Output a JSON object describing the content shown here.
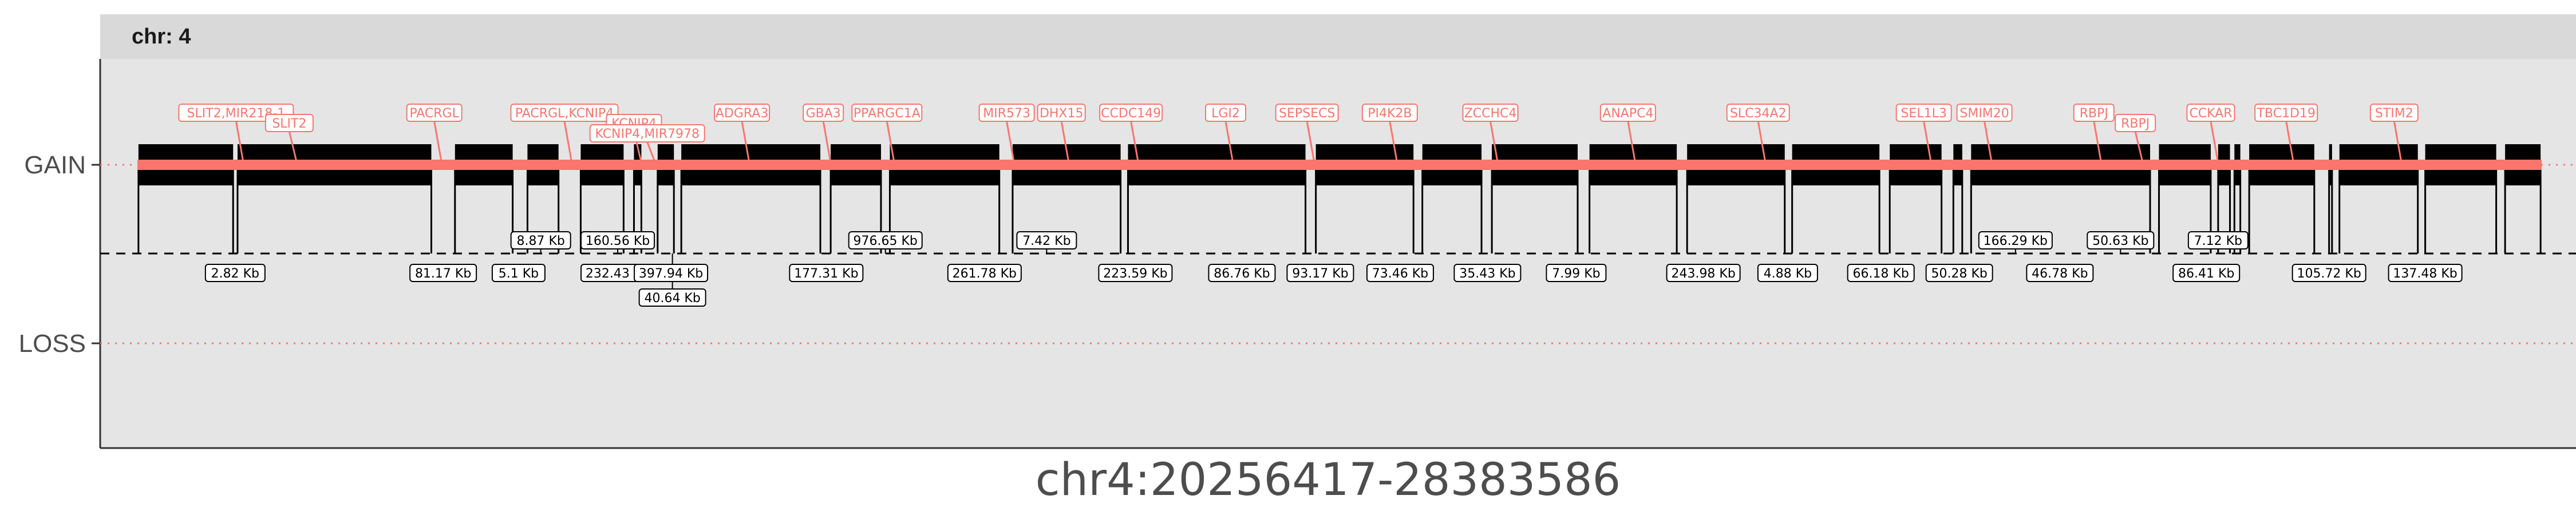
{
  "chart_data": {
    "type": "line",
    "panel_label": "chr: 4",
    "y_categories": [
      "GAIN",
      "LOSS"
    ],
    "xlabel": "chr4:20256417-28383586",
    "x_range": [
      20256417,
      28383586
    ],
    "colors": {
      "panel_bg": "#e5e5e5",
      "strip_bg": "#d9d9d9",
      "segment": "#f8766d",
      "probe": "#000000",
      "gain_ref": "#f8766d",
      "loss_ref": "#f8766d"
    },
    "gain_blocks": [
      [
        20260000,
        20580000
      ],
      [
        20595000,
        21250000
      ],
      [
        21330000,
        21525000
      ],
      [
        21575000,
        21680000
      ],
      [
        21755000,
        21900000
      ],
      [
        21935000,
        21960000
      ],
      [
        22015000,
        22070000
      ],
      [
        22095000,
        22565000
      ],
      [
        22600000,
        22770000
      ],
      [
        22800000,
        23170000
      ],
      [
        23215000,
        23580000
      ],
      [
        23605000,
        24205000
      ],
      [
        24240000,
        24570000
      ],
      [
        24600000,
        24800000
      ],
      [
        24835000,
        25125000
      ],
      [
        25165000,
        25460000
      ],
      [
        25495000,
        25825000
      ],
      [
        25850000,
        26145000
      ],
      [
        26180000,
        26355000
      ],
      [
        26395000,
        26425000
      ],
      [
        26455000,
        27060000
      ],
      [
        27090000,
        27265000
      ],
      [
        27290000,
        27330000
      ],
      [
        27345000,
        27365000
      ],
      [
        27395000,
        27615000
      ],
      [
        27665000,
        27675000
      ],
      [
        27700000,
        27965000
      ],
      [
        27990000,
        28230000
      ],
      [
        28260000,
        28380000
      ]
    ],
    "segment": {
      "start": 20256417,
      "end": 28383586,
      "call": "GAIN"
    },
    "genes": [
      {
        "name": "SLIT2,MIR218-1",
        "pos": 20590000
      },
      {
        "name": "SLIT2",
        "pos": 20770000
      },
      {
        "name": "PACRGL",
        "pos": 21260000
      },
      {
        "name": "PACRGL,KCNIP4",
        "pos": 21700000
      },
      {
        "name": "KCNIP4",
        "pos": 21935000
      },
      {
        "name": "KCNIP4,MIR7978",
        "pos": 21980000
      },
      {
        "name": "ADGRA3",
        "pos": 22300000
      },
      {
        "name": "GBA3",
        "pos": 22575000
      },
      {
        "name": "PPARGC1A",
        "pos": 22790000
      },
      {
        "name": "MIR573",
        "pos": 23195000
      },
      {
        "name": "DHX15",
        "pos": 23380000
      },
      {
        "name": "CCDC149",
        "pos": 23615000
      },
      {
        "name": "LGI2",
        "pos": 23935000
      },
      {
        "name": "SEPSECS",
        "pos": 24210000
      },
      {
        "name": "PI4K2B",
        "pos": 24490000
      },
      {
        "name": "ZCCHC4",
        "pos": 24830000
      },
      {
        "name": "ANAPC4",
        "pos": 25295000
      },
      {
        "name": "SLC34A2",
        "pos": 25735000
      },
      {
        "name": "SEL1L3",
        "pos": 26295000
      },
      {
        "name": "SMIM20",
        "pos": 26500000
      },
      {
        "name": "RBPJ",
        "pos": 26870000
      },
      {
        "name": "RBPJ",
        "pos": 27010000
      },
      {
        "name": "CCKAR",
        "pos": 27265000
      },
      {
        "name": "TBC1D19",
        "pos": 27520000
      },
      {
        "name": "STIM2",
        "pos": 27885000
      }
    ],
    "gap_labels": [
      {
        "text": "2.82 Kb",
        "pos": 20587000
      },
      {
        "text": "81.17 Kb",
        "pos": 21290000
      },
      {
        "text": "5.1 Kb",
        "pos": 21545000
      },
      {
        "text": "8.87 Kb",
        "pos": 21620000
      },
      {
        "text": "232.43 Kb",
        "pos": 21880000
      },
      {
        "text": "160.56 Kb",
        "pos": 21880000
      },
      {
        "text": "40.64 Kb",
        "pos": 22065000
      },
      {
        "text": "397.94 Kb",
        "pos": 22060000
      },
      {
        "text": "177.31 Kb",
        "pos": 22585000
      },
      {
        "text": "976.65 Kb",
        "pos": 22785000
      },
      {
        "text": "261.78 Kb",
        "pos": 23120000
      },
      {
        "text": "7.42 Kb",
        "pos": 23330000
      },
      {
        "text": "223.59 Kb",
        "pos": 23630000
      },
      {
        "text": "86.76 Kb",
        "pos": 23990000
      },
      {
        "text": "93.17 Kb",
        "pos": 24255000
      },
      {
        "text": "73.46 Kb",
        "pos": 24525000
      },
      {
        "text": "35.43 Kb",
        "pos": 24820000
      },
      {
        "text": "7.99 Kb",
        "pos": 25120000
      },
      {
        "text": "243.98 Kb",
        "pos": 25550000
      },
      {
        "text": "4.88 Kb",
        "pos": 25835000
      },
      {
        "text": "66.18 Kb",
        "pos": 26150000
      },
      {
        "text": "50.28 Kb",
        "pos": 26415000
      },
      {
        "text": "166.29 Kb",
        "pos": 26605000
      },
      {
        "text": "46.78 Kb",
        "pos": 26755000
      },
      {
        "text": "50.63 Kb",
        "pos": 26960000
      },
      {
        "text": "86.41 Kb",
        "pos": 27250000
      },
      {
        "text": "7.12 Kb",
        "pos": 27290000
      },
      {
        "text": "105.72 Kb",
        "pos": 27665000
      },
      {
        "text": "137.48 Kb",
        "pos": 27990000
      }
    ]
  }
}
